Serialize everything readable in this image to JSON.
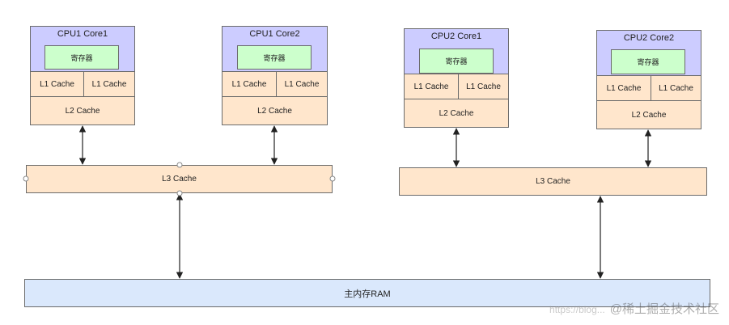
{
  "cpu1_core1": {
    "title": "CPU1 Core1",
    "register": "寄存器",
    "l1_left": "L1  Cache",
    "l1_right": "L1 Cache",
    "l2": "L2  Cache"
  },
  "cpu1_core2": {
    "title": "CPU1 Core2",
    "register": "寄存器",
    "l1_left": "L1 Cache",
    "l1_right": "L1 Cache",
    "l2": "L2 Cache"
  },
  "cpu2_core1": {
    "title": "CPU2 Core1",
    "register": "寄存器",
    "l1_left": "L1  Cache",
    "l1_right": "L1 Cache",
    "l2": "L2  Cache"
  },
  "cpu2_core2": {
    "title": "CPU2 Core2",
    "register": "寄存器",
    "l1_left": "L1 Cache",
    "l1_right": "L1 Cache",
    "l2": "L2 Cache"
  },
  "l3_cpu1": "L3  Cache",
  "l3_cpu2": "L3  Cache",
  "ram": "主内存RAM",
  "watermark": {
    "url": "https://blog...",
    "text": "@稀土掘金技术社区"
  }
}
